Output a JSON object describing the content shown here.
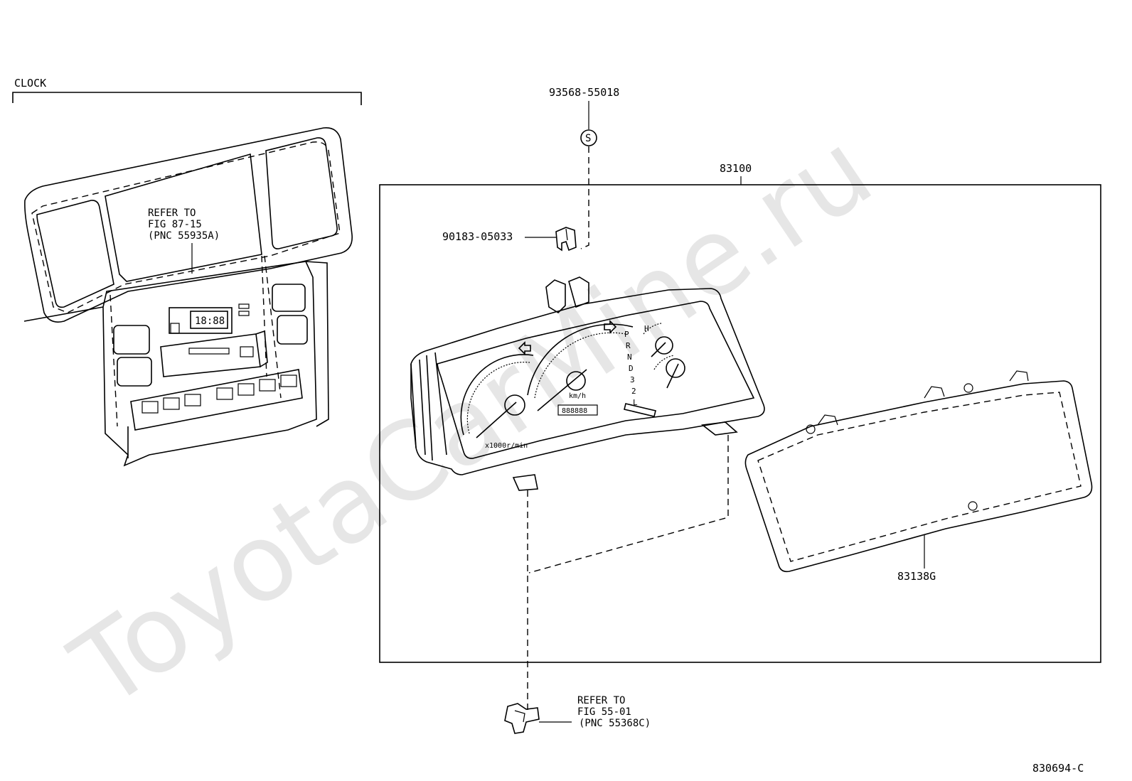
{
  "watermark": "ToyotaCarMine.ru",
  "clock": {
    "heading": "CLOCK",
    "display": "18:88",
    "refer": {
      "line1": "REFER TO",
      "line2": "FIG 87-15",
      "line3": "(PNC 55935A)"
    }
  },
  "parts": {
    "assembly": "83100",
    "screw": "93568-55018",
    "screw_symbol": "S",
    "clip": "90183-05033",
    "glass": "83138G"
  },
  "bottom_refer": {
    "line1": "REFER TO",
    "line2": "FIG 55-01",
    "line3": "(PNC 55368C)"
  },
  "cluster_markings": {
    "tach_unit": "x1000r/min",
    "speed_unit": "km/h",
    "odometer": "888888",
    "gear_letters": [
      "P",
      "R",
      "N",
      "D",
      "3",
      "2",
      "L"
    ],
    "temp_mark": "H"
  },
  "figure_code": "830694-C"
}
